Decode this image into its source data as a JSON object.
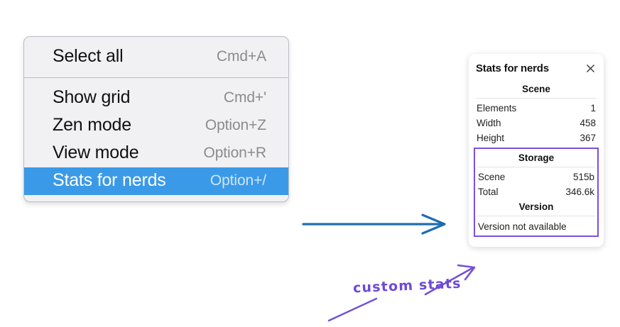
{
  "context_menu": {
    "groups": [
      {
        "items": [
          {
            "label": "Select all",
            "shortcut": "Cmd+A",
            "selected": false
          }
        ]
      },
      {
        "items": [
          {
            "label": "Show grid",
            "shortcut": "Cmd+'",
            "selected": false
          },
          {
            "label": "Zen mode",
            "shortcut": "Option+Z",
            "selected": false
          },
          {
            "label": "View mode",
            "shortcut": "Option+R",
            "selected": false
          },
          {
            "label": "Stats for nerds",
            "shortcut": "Option+/",
            "selected": true
          }
        ]
      }
    ],
    "selected_background": "#3b9ae8"
  },
  "stats_panel": {
    "title": "Stats for nerds",
    "close_icon": "close-icon",
    "scene": {
      "heading": "Scene",
      "rows": [
        {
          "key": "Elements",
          "value": "1"
        },
        {
          "key": "Width",
          "value": "458"
        },
        {
          "key": "Height",
          "value": "367"
        }
      ]
    },
    "storage": {
      "heading": "Storage",
      "rows": [
        {
          "key": "Scene",
          "value": "515b"
        },
        {
          "key": "Total",
          "value": "346.6k"
        }
      ]
    },
    "version": {
      "heading": "Version",
      "note": "Version not available"
    },
    "highlight_color": "#7c4fe0"
  },
  "annotations": {
    "arrow_blue_color": "#1f6cb0",
    "arrow_purple_color": "#7150d8",
    "custom_stats_label": "custom stats"
  }
}
